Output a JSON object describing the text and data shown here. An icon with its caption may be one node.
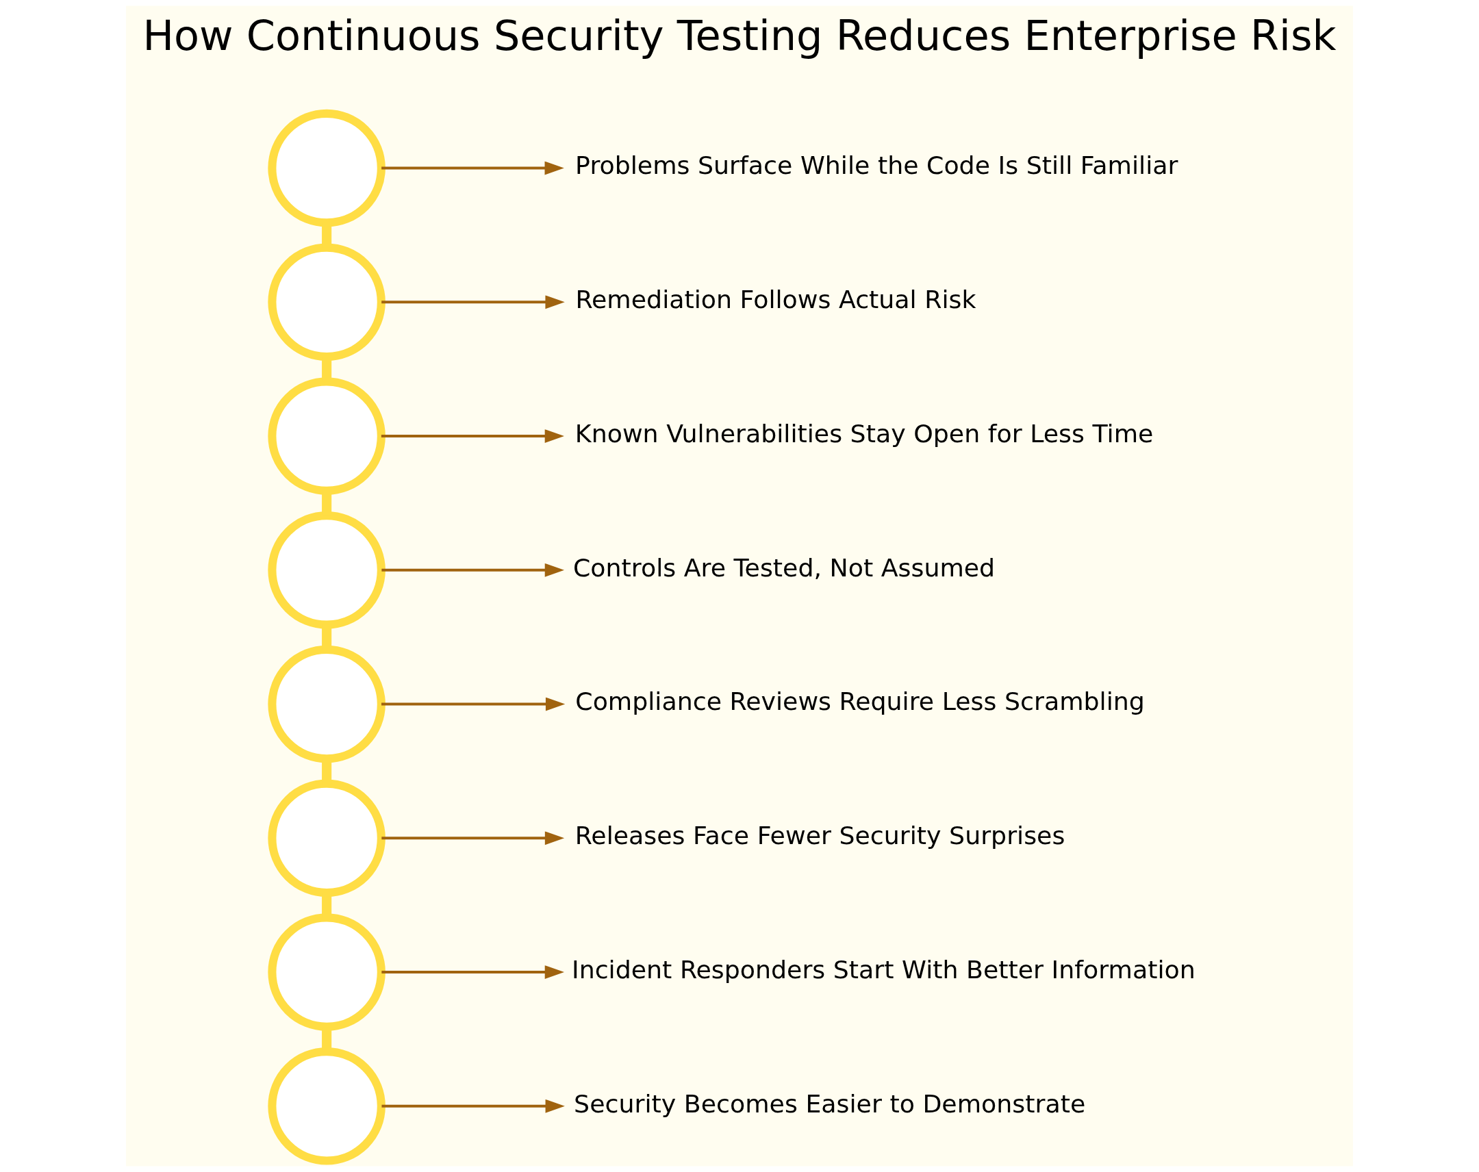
{
  "diagram": {
    "title": "How Continuous Security Testing Reduces Enterprise Risk",
    "nodes": [
      {
        "text": [],
        "shape": "circle"
      },
      {
        "text": [],
        "shape": "circle"
      },
      {
        "text": [],
        "shape": "circle"
      },
      {
        "text": [],
        "shape": "circle"
      },
      {
        "text": [],
        "shape": "circle"
      },
      {
        "text": [],
        "shape": "circle"
      },
      {
        "text": [],
        "shape": "circle"
      },
      {
        "text": [],
        "shape": "circle"
      },
      {
        "text": [
          "Problems Surface While the Code Is Still Familiar"
        ]
      },
      {
        "text": [
          "Remediation Follows Actual Risk"
        ]
      },
      {
        "text": [
          "Known Vulnerabilities Stay Open for Less Time"
        ]
      },
      {
        "text": [
          "Controls Are Tested, Not Assumed"
        ]
      },
      {
        "text": [
          "Compliance Reviews Require Less Scrambling"
        ]
      },
      {
        "text": [
          "Releases Face Fewer Security Surprises"
        ]
      },
      {
        "text": [
          "Incident Responders Start With Better Information"
        ]
      },
      {
        "text": [
          "Security Becomes Easier to Demonstrate"
        ]
      }
    ],
    "edges": [
      {
        "from": 0,
        "to": 8,
        "arrow": "to"
      },
      {
        "from": 1,
        "to": 9,
        "arrow": "to"
      },
      {
        "from": 2,
        "to": 10,
        "arrow": "to"
      },
      {
        "from": 3,
        "to": 11,
        "arrow": "to"
      },
      {
        "from": 4,
        "to": 12,
        "arrow": "to"
      },
      {
        "from": 5,
        "to": 13,
        "arrow": "to"
      },
      {
        "from": 6,
        "to": 14,
        "arrow": "to"
      },
      {
        "from": 7,
        "to": 15,
        "arrow": "to"
      },
      {
        "from": 0,
        "to": 1,
        "arrow": "none",
        "style": "thick",
        "color": "#ffdd44"
      },
      {
        "from": 1,
        "to": 2,
        "arrow": "none",
        "style": "thick",
        "color": "#ffdd44"
      },
      {
        "from": 2,
        "to": 3,
        "arrow": "none",
        "style": "thick",
        "color": "#ffdd44"
      },
      {
        "from": 3,
        "to": 4,
        "arrow": "none",
        "style": "thick",
        "color": "#ffdd44"
      },
      {
        "from": 4,
        "to": 5,
        "arrow": "none",
        "style": "thick",
        "color": "#ffdd44"
      },
      {
        "from": 5,
        "to": 6,
        "arrow": "none",
        "style": "thick",
        "color": "#ffdd44"
      },
      {
        "from": 6,
        "to": 7,
        "arrow": "none",
        "style": "thick",
        "color": "#ffdd44"
      }
    ]
  }
}
